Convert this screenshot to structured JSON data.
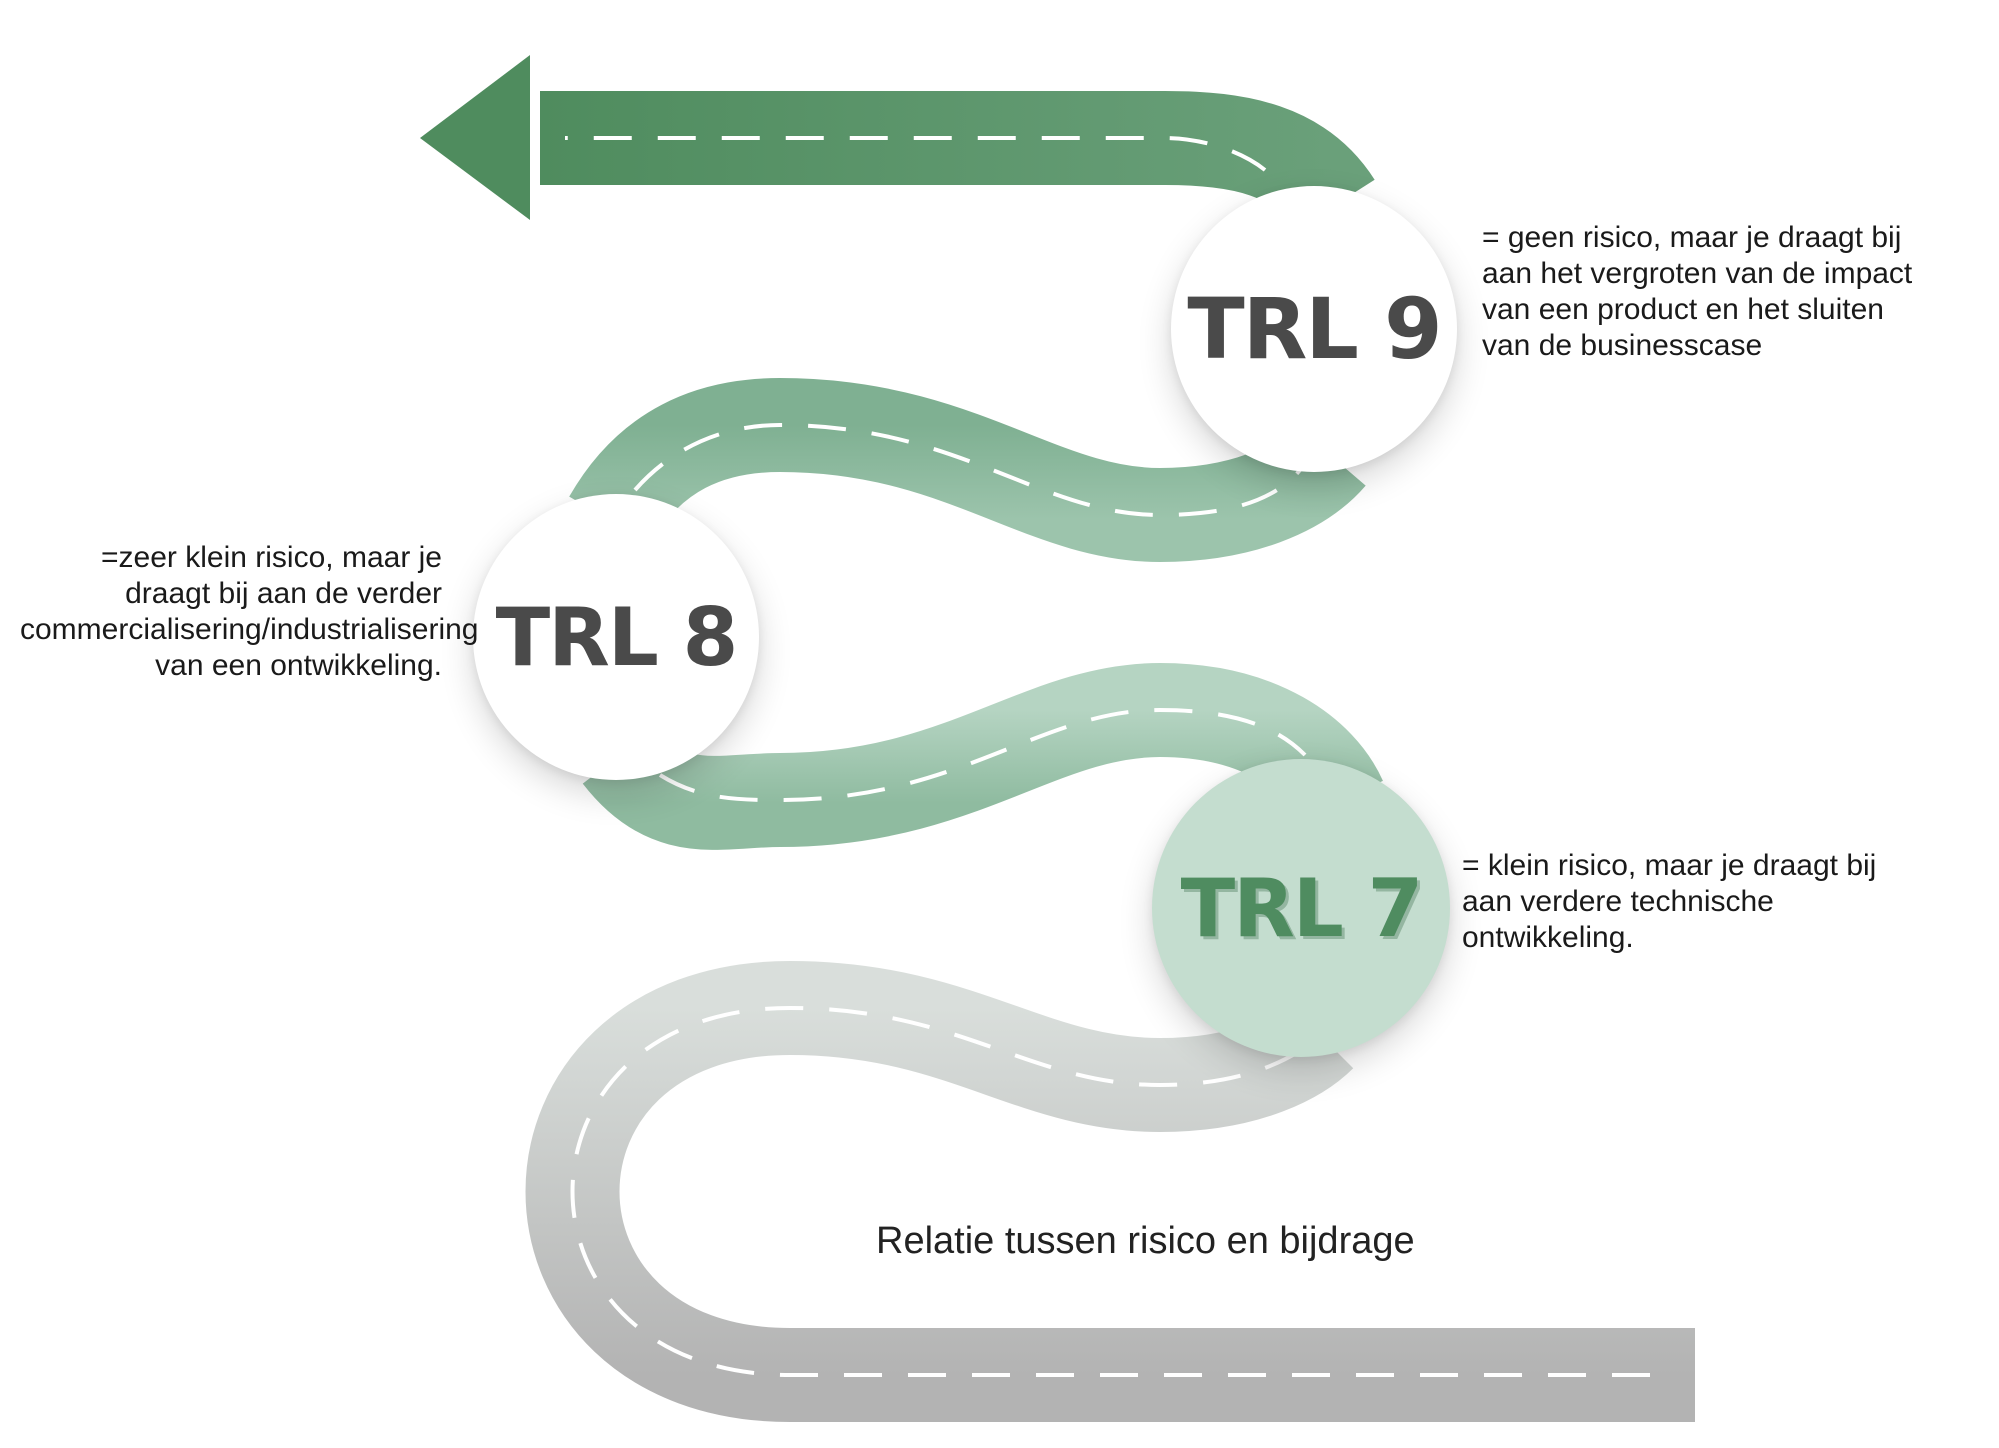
{
  "diagram": {
    "stages": [
      {
        "label": "TRL 9",
        "description": "= geen risico, maar je draagt bij aan het vergroten van de impact van een product en het sluiten van de businesscase"
      },
      {
        "label": "TRL 8",
        "description": "=zeer klein risico, maar je draagt bij aan de verder commercialisering/industrialisering van een ontwikkeling."
      },
      {
        "label": "TRL 7",
        "description": "= klein risico, maar je draagt bij aan verdere technische ontwikkeling."
      }
    ],
    "caption": "Relatie tussen risico en bijdrage"
  },
  "colors": {
    "road_dark_green": "#5a9468",
    "road_mid_green": "#8ebc9f",
    "road_light_green": "#bcd9c9",
    "road_gray": "#bcbfbd",
    "lane_marking": "#ffffff",
    "trl7_circle": "#c4ddcf",
    "label_dark": "#4a4a4a",
    "label_green": "#4f8c60"
  }
}
